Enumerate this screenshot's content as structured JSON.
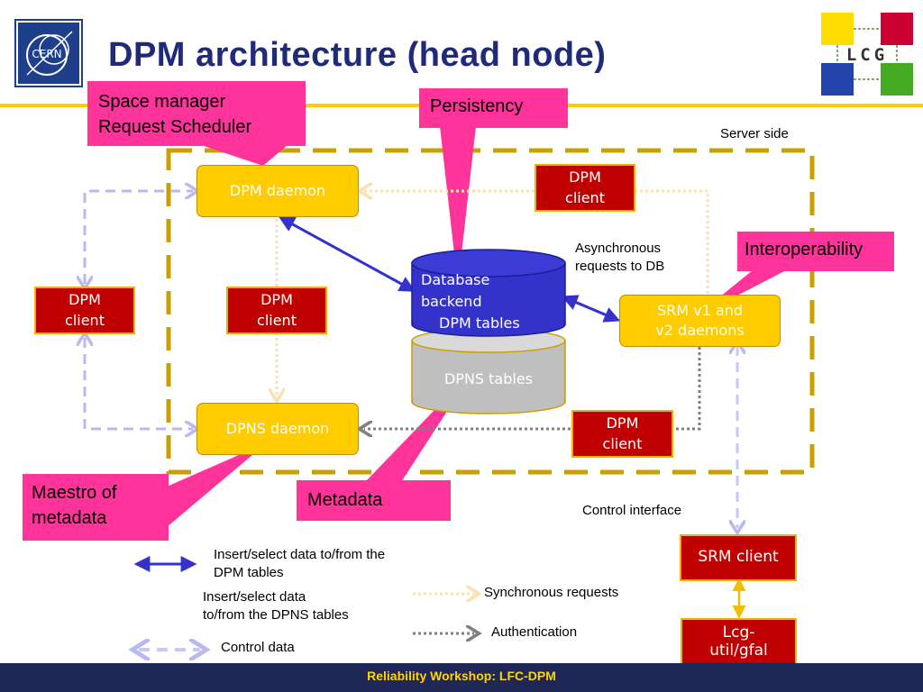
{
  "header": {
    "title": "DPM architecture (head node)"
  },
  "footer": {
    "text": "Reliability Workshop: LFC-DPM"
  },
  "logos": {
    "cern": "CERN",
    "lcg": "LCG"
  },
  "colors": {
    "title": "#1f2a78",
    "daemon_fill": "#ffcc00",
    "client_fill": "#c00000",
    "callout_fill": "#ff3399",
    "db_fill": "#3333cc",
    "dpns_fill": "#bfbfbf",
    "server_border": "#c8a000",
    "footer_bg": "#1f2756",
    "footer_text": "#ffd400"
  },
  "callouts": {
    "space_manager": [
      "Space manager",
      "Request Scheduler"
    ],
    "persistency": "Persistency",
    "interoperability": "Interoperability",
    "maestro": [
      "Maestro of",
      "metadata"
    ],
    "metadata": "Metadata"
  },
  "labels": {
    "server_side": "Server side",
    "async": [
      "Asynchronous",
      "requests to  DB"
    ],
    "control_interface": "Control interface"
  },
  "nodes": {
    "dpm_daemon": "DPM daemon",
    "dpns_daemon": "DPNS daemon",
    "srm_daemons": [
      "SRM  v1 and",
      "v2  daemons"
    ],
    "db_backend": [
      "Database",
      "backend"
    ],
    "dpm_tables": "DPM tables",
    "dpns_tables": "DPNS tables",
    "dpm_client_top": [
      "DPM",
      "client"
    ],
    "dpm_client_left": [
      "DPM",
      "client"
    ],
    "dpm_client_mid": [
      "DPM",
      "client"
    ],
    "dpm_client_bottom": [
      "DPM",
      "client"
    ],
    "srm_client": "SRM client",
    "lcg_util": [
      "Lcg-",
      "util/gfal"
    ]
  },
  "legend": {
    "dpm_tables": [
      "Insert/select data to/from the",
      "DPM tables"
    ],
    "dpns_tables": [
      "Insert/select data",
      "to/from the DPNS tables"
    ],
    "control_data": "Control data",
    "sync": "Synchronous requests",
    "auth": "Authentication"
  }
}
